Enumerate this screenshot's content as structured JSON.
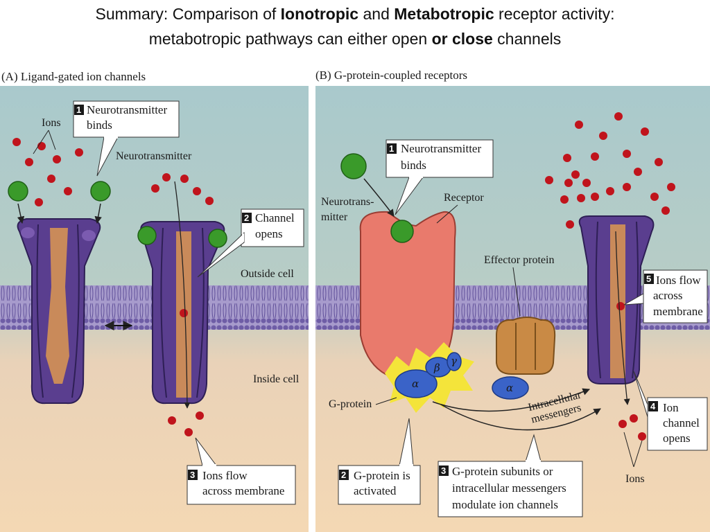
{
  "title": {
    "line1_a": "Summary: Comparison of ",
    "line1_b": "Ionotropic",
    "line1_c": " and ",
    "line1_d": "Metabotropic",
    "line1_e": " receptor activity:",
    "line2_a": "metabotropic pathways can either open ",
    "line2_b": "or close",
    "line2_c": " channels"
  },
  "panel_a": {
    "title": "(A)  Ligand-gated ion channels",
    "label_ions": "Ions",
    "label_neurotransmitter": "Neurotransmitter",
    "label_outside": "Outside cell",
    "label_inside": "Inside cell",
    "step1": {
      "num": "1",
      "line1": "Neurotransmitter",
      "line2": "binds"
    },
    "step2": {
      "num": "2",
      "line1": "Channel",
      "line2": "opens"
    },
    "step3": {
      "num": "3",
      "line1": "Ions flow",
      "line2": "across membrane"
    }
  },
  "panel_b": {
    "title": "(B)  G-protein-coupled receptors",
    "label_neurotrans1": "Neurotrans-",
    "label_neurotrans2": "mitter",
    "label_receptor": "Receptor",
    "label_effector": "Effector protein",
    "label_gprotein": "G-protein",
    "label_intra1": "Intracellular",
    "label_intra2": "messengers",
    "label_ions": "Ions",
    "greek_alpha": "α",
    "greek_beta": "β",
    "greek_gamma": "γ",
    "step1": {
      "num": "1",
      "line1": "Neurotransmitter",
      "line2": "binds"
    },
    "step2": {
      "num": "2",
      "line1": "G-protein is",
      "line2": "activated"
    },
    "step3": {
      "num": "3",
      "line1": "G-protein subunits or",
      "line2": "intracellular messengers",
      "line3": "modulate ion channels"
    },
    "step4": {
      "num": "4",
      "line1": "Ion",
      "line2": "channel",
      "line3": "opens"
    },
    "step5": {
      "num": "5",
      "line1": "Ions flow",
      "line2": "across",
      "line3": "membrane"
    }
  },
  "colors": {
    "ion": "#c0141c",
    "neurotransmitter": "#3a9a2a",
    "channel": "#5a3e8f",
    "pore": "#c98a5a",
    "receptor": "#e97a6c",
    "gprotein": "#3a63c8",
    "effector": "#c98a45",
    "membrane": "#8a78b8"
  }
}
